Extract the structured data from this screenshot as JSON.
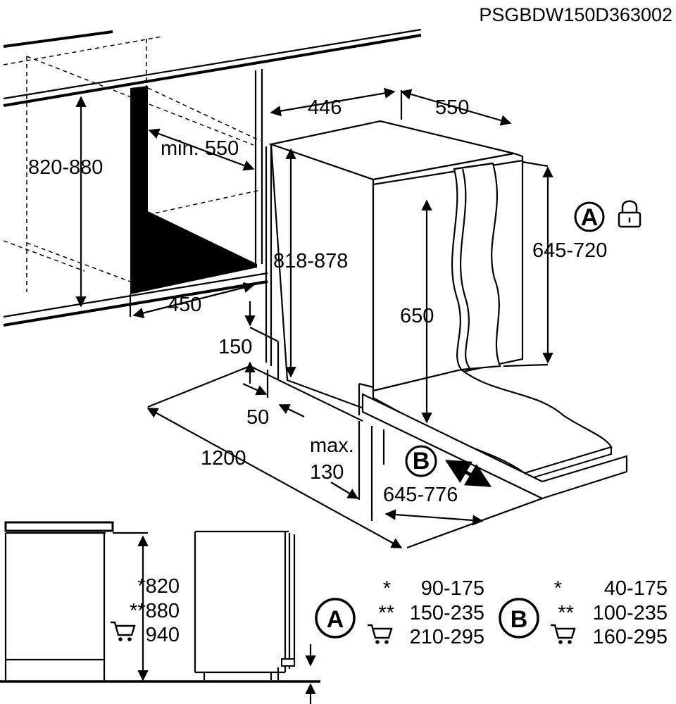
{
  "header": {
    "model_code": "PSGBDW150D363002"
  },
  "dimensions": {
    "niche_height": "820-880",
    "niche_depth_min": "min. 550",
    "niche_width": "450",
    "appliance_width": "446",
    "appliance_depth": "550",
    "appliance_height": "818-878",
    "door_height": "650",
    "panel_height": "645-720",
    "plinth_height": "150",
    "plinth_offset": "50",
    "max_label": "max.",
    "max_value": "130",
    "total_depth": "1200",
    "door_swing": "645-776"
  },
  "badges": {
    "a": "A",
    "b": "B"
  },
  "side_view": {
    "heights": [
      "*820",
      "**880",
      "940"
    ]
  },
  "table_a": {
    "badge": "A",
    "rows": [
      {
        "mark": "*",
        "value": "90-175"
      },
      {
        "mark": "**",
        "value": "150-235"
      },
      {
        "mark": "",
        "value": "210-295"
      }
    ]
  },
  "table_b": {
    "badge": "B",
    "rows": [
      {
        "mark": "*",
        "value": "40-175"
      },
      {
        "mark": "**",
        "value": "100-235"
      },
      {
        "mark": "",
        "value": "160-295"
      }
    ]
  }
}
